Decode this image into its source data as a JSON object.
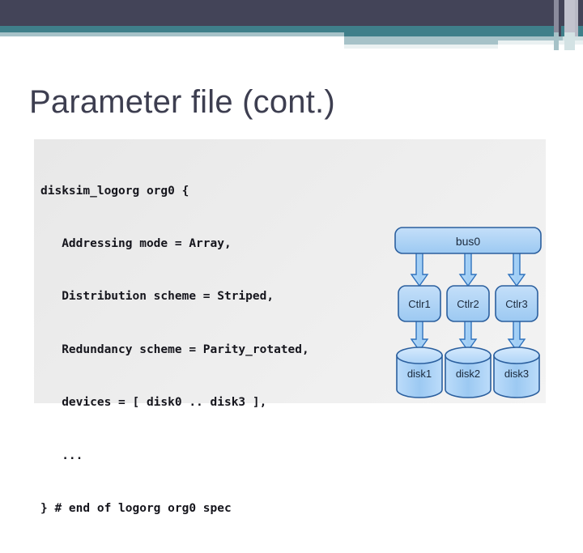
{
  "slide": {
    "title": "Parameter file (cont.)",
    "theme": {
      "navy": "#434458",
      "teal": "#3f7f8a",
      "pale_teal": "#a6c2c8",
      "panel_bg": "#eaeaea",
      "code_text": "#15151c",
      "node_fill": "#a8d0f5",
      "node_stroke": "#2b5f9e",
      "arrow_fill": "#aed4f7",
      "arrow_stroke": "#2b6cb5"
    }
  },
  "code": {
    "lines": [
      "disksim_logorg org0 {",
      "   Addressing mode = Array,",
      "   Distribution scheme = Striped,",
      "   Redundancy scheme = Parity_rotated,",
      "   devices = [ disk0 .. disk3 ],",
      "   ...",
      "} # end of logorg org0 spec"
    ]
  },
  "diagram": {
    "bus": {
      "label": "bus0"
    },
    "controllers": [
      {
        "label": "Ctlr1"
      },
      {
        "label": "Ctlr2"
      },
      {
        "label": "Ctlr3"
      }
    ],
    "disks": [
      {
        "label": "disk1"
      },
      {
        "label": "disk2"
      },
      {
        "label": "disk3"
      }
    ]
  }
}
